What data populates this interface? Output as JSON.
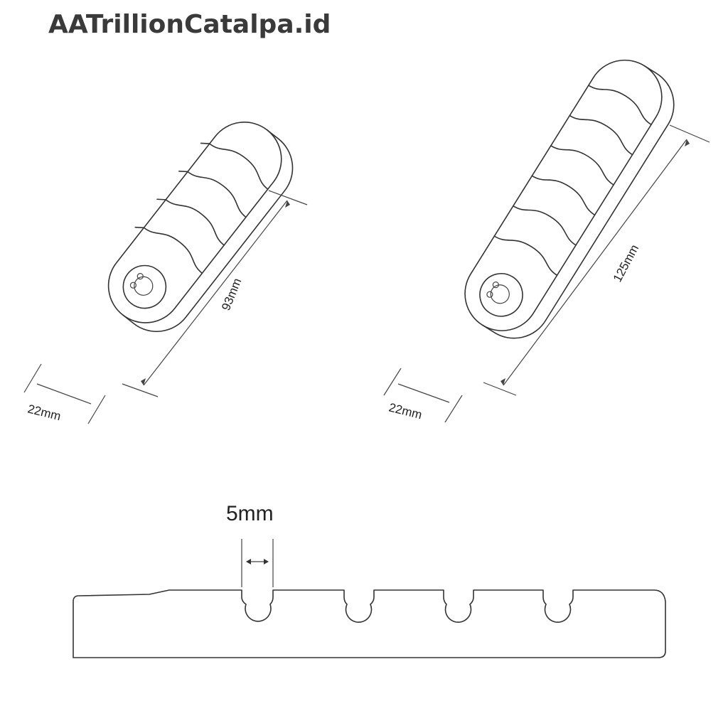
{
  "watermark": "AATrillionCatalpa.id",
  "left_holder": {
    "length_label": "93mm",
    "width_label": "22mm"
  },
  "right_holder": {
    "length_label": "125mm",
    "width_label": "22mm"
  },
  "side_view": {
    "slot_label": "5mm"
  }
}
